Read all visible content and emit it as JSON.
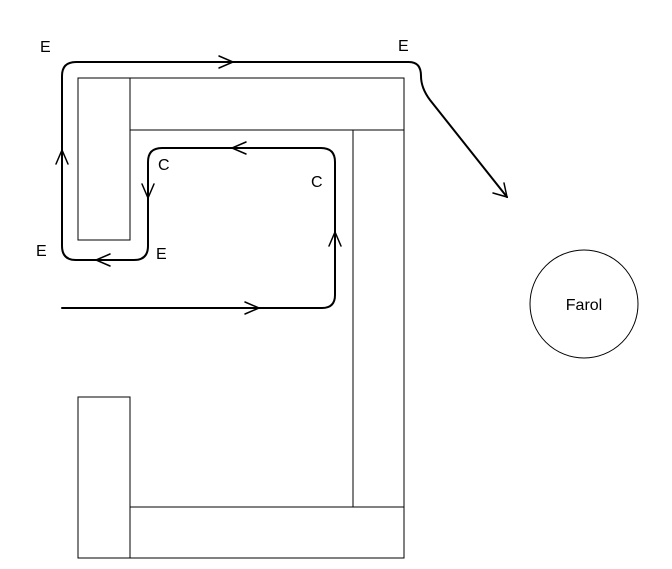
{
  "labels": {
    "e_top_left": "E",
    "e_top_right": "E",
    "e_bottom_left": "E",
    "e_bottom_right": "E",
    "c_left": "C",
    "c_right": "C"
  },
  "target": {
    "label": "Farol"
  },
  "colors": {
    "stroke": "#000000",
    "background": "#ffffff"
  }
}
